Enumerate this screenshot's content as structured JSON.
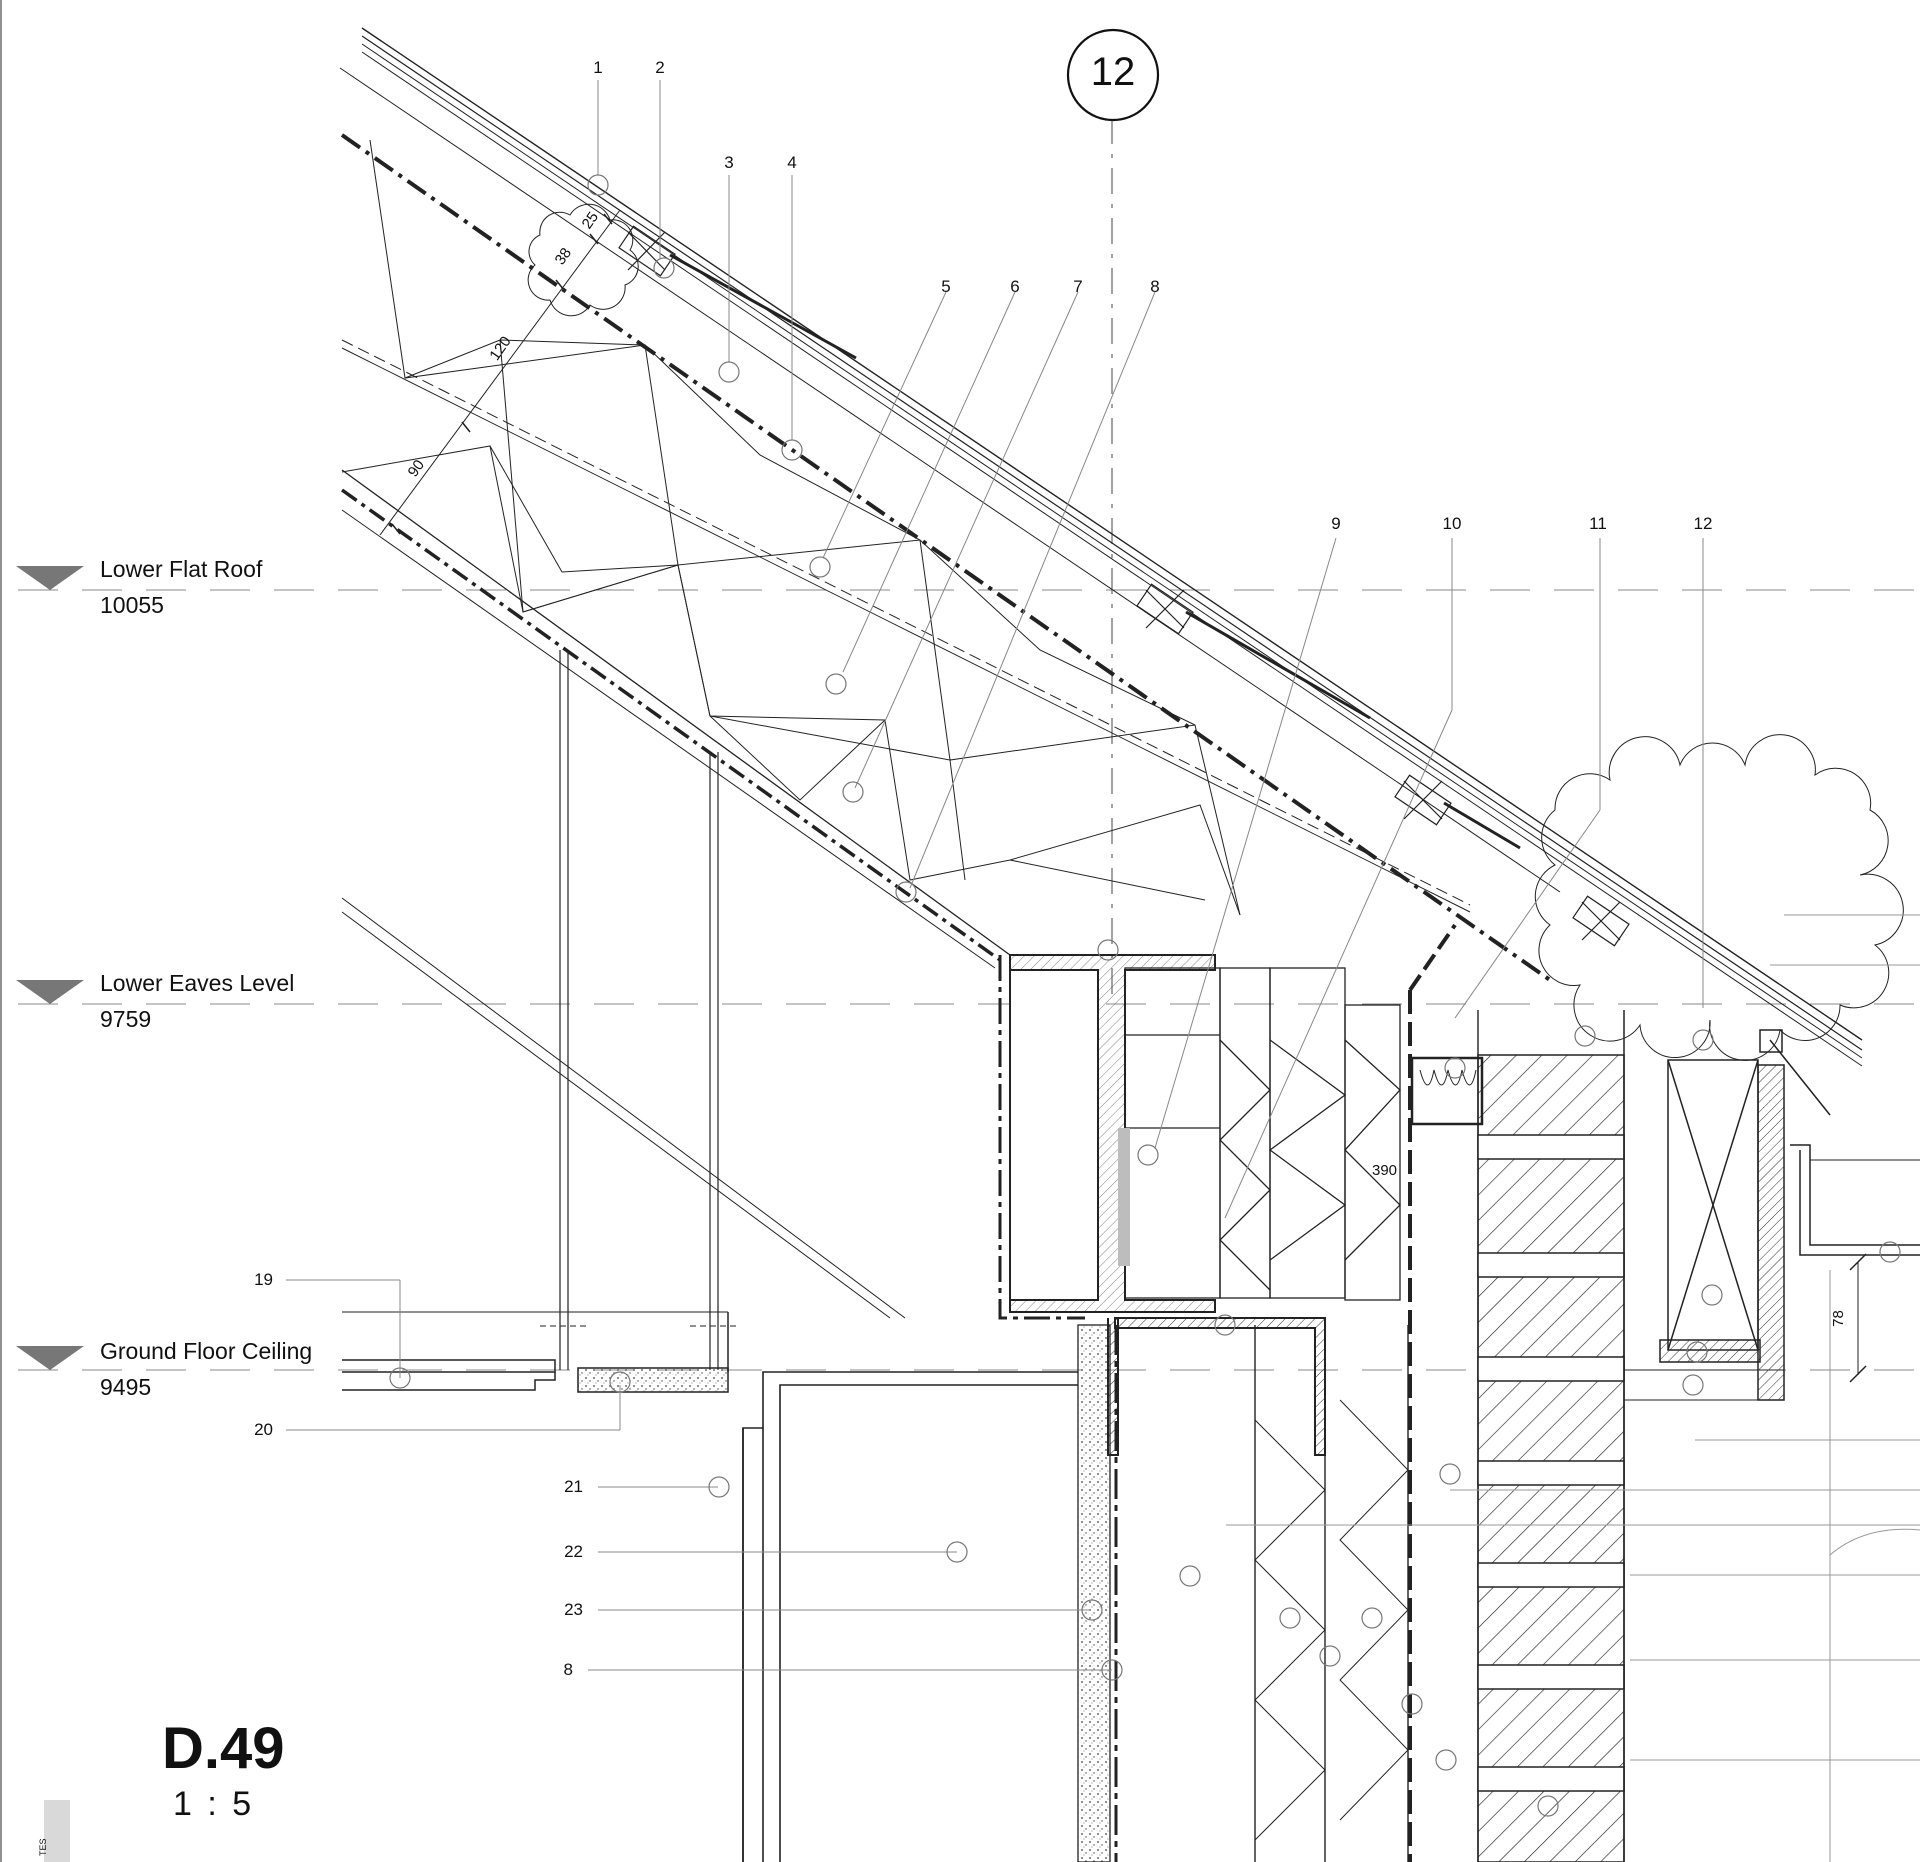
{
  "grid_ref": "12",
  "levels": [
    {
      "name": "Lower Flat Roof",
      "value": "10055"
    },
    {
      "name": "Lower Eaves Level",
      "value": "9759"
    },
    {
      "name": "Ground Floor Ceiling",
      "value": "9495"
    }
  ],
  "callouts_top": [
    "1",
    "2",
    "3",
    "4",
    "5",
    "6",
    "7",
    "8",
    "9",
    "10",
    "11",
    "12"
  ],
  "callouts_left": [
    "19",
    "20",
    "21",
    "22",
    "23",
    "8"
  ],
  "dimensions": {
    "d25": "25",
    "d38": "38",
    "d120": "120",
    "d90": "90",
    "d390": "390",
    "d78": "78"
  },
  "detail": {
    "id": "D.49",
    "scale": "1 : 5"
  },
  "side_tab": "TES"
}
